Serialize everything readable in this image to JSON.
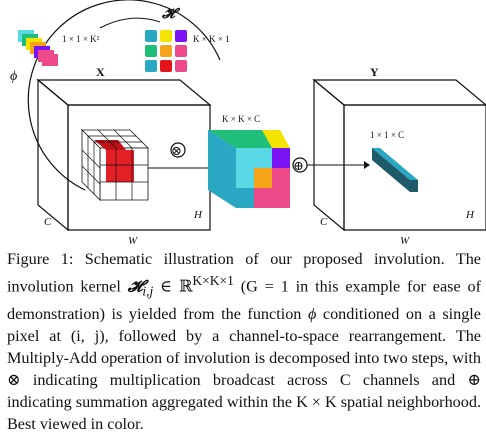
{
  "figure": {
    "labels": {
      "H_symbol": "𝓗",
      "kernel_small": "1 × 1 × K²",
      "kernel_h": "K × K × 1",
      "phi": "ϕ",
      "X": "X",
      "Y": "Y",
      "kkc": "K × K × C",
      "out_1x1c": "1 × 1 × C",
      "C_left": "C",
      "H_left": "H",
      "W_left": "W",
      "C_right": "C",
      "H_right": "H",
      "W_right": "W",
      "otimes": "⊗",
      "oplus": "⊕"
    },
    "colors": {
      "red": "#e3141b",
      "teal_dark": "#1f5a6b",
      "teal": "#2aa7c2",
      "green": "#1fbf7a",
      "yellow": "#f2e400",
      "purple": "#7a14f2",
      "orange": "#f5a318",
      "pink": "#ee4a8a",
      "cyan": "#5ad8e6"
    }
  },
  "caption": {
    "label": "Figure 1:",
    "p1": " Schematic illustration of our proposed involution. The involution kernel ",
    "kernel_sym": "𝓗",
    "kernel_sub": "i,j",
    "in": " ∈ ℝ",
    "sup": "K×K×1",
    "p2": " (G = 1 in this example for ease of demonstration) is yielded from the function ",
    "phi": "ϕ",
    "p3": " conditioned on a single pixel at (i, j), followed by a channel-to-space rearrangement. The Multiply-Add operation of involution is decomposed into two steps, with ",
    "otimes": "⊗",
    "p4": " indicating multiplication broadcast across C channels and ",
    "oplus": "⊕",
    "p5": " indicating summation aggregated within the K × K spatial neighborhood. Best viewed in color."
  }
}
